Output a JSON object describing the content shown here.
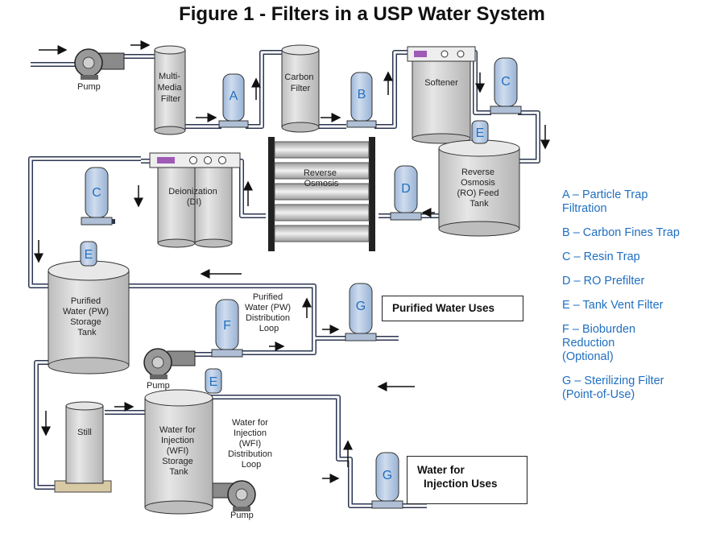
{
  "title": "Figure 1 - Filters in a USP Water System",
  "equipment": {
    "pump_top": "Pump",
    "multimedia": [
      "Multi-",
      "Media",
      "Filter"
    ],
    "carbon": [
      "Carbon",
      "Filter"
    ],
    "softener": "Softener",
    "ro_tank": [
      "Reverse",
      "Osmosis",
      "(RO) Feed",
      "Tank"
    ],
    "ro_unit": [
      "Reverse",
      "Osmosis"
    ],
    "di": [
      "Deionization",
      "(DI)"
    ],
    "pw_tank": [
      "Purified",
      "Water (PW)",
      "Storage",
      "Tank"
    ],
    "pw_loop": [
      "Purified",
      "Water (PW)",
      "Distribution",
      "Loop"
    ],
    "pump_mid": "Pump",
    "still": "Still",
    "wfi_tank": [
      "Water for",
      "Injection",
      "(WFI)",
      "Storage",
      "Tank"
    ],
    "wfi_loop": [
      "Water for",
      "Injection",
      "(WFI)",
      "Distribution",
      "Loop"
    ],
    "pump_bottom": "Pump"
  },
  "filter_letters": {
    "a": "A",
    "b": "B",
    "c1": "C",
    "e1": "E",
    "d": "D",
    "c2": "C",
    "e2": "E",
    "f": "F",
    "g1": "G",
    "e3": "E",
    "g2": "G"
  },
  "uses": {
    "pw": "Purified  Water Uses",
    "wfi": [
      "Water for",
      "Injection Uses"
    ]
  },
  "legend": [
    "A – Particle Trap\n      Filtration",
    "B – Carbon Fines Trap",
    "C – Resin Trap",
    "D – RO Prefilter",
    "E – Tank Vent Filter",
    "F – Bioburden\n      Reduction\n      (Optional)",
    "G – Sterilizing Filter\n      (Point-of-Use)"
  ],
  "colors": {
    "filter_fill": "#b8cde6",
    "tank_fill": "#d4d4d4",
    "pipe_fill": "#ffffff",
    "pipe_stroke": "#2a3550",
    "accent_purple": "#a05ab5",
    "legend_text": "#1f6fc0"
  }
}
